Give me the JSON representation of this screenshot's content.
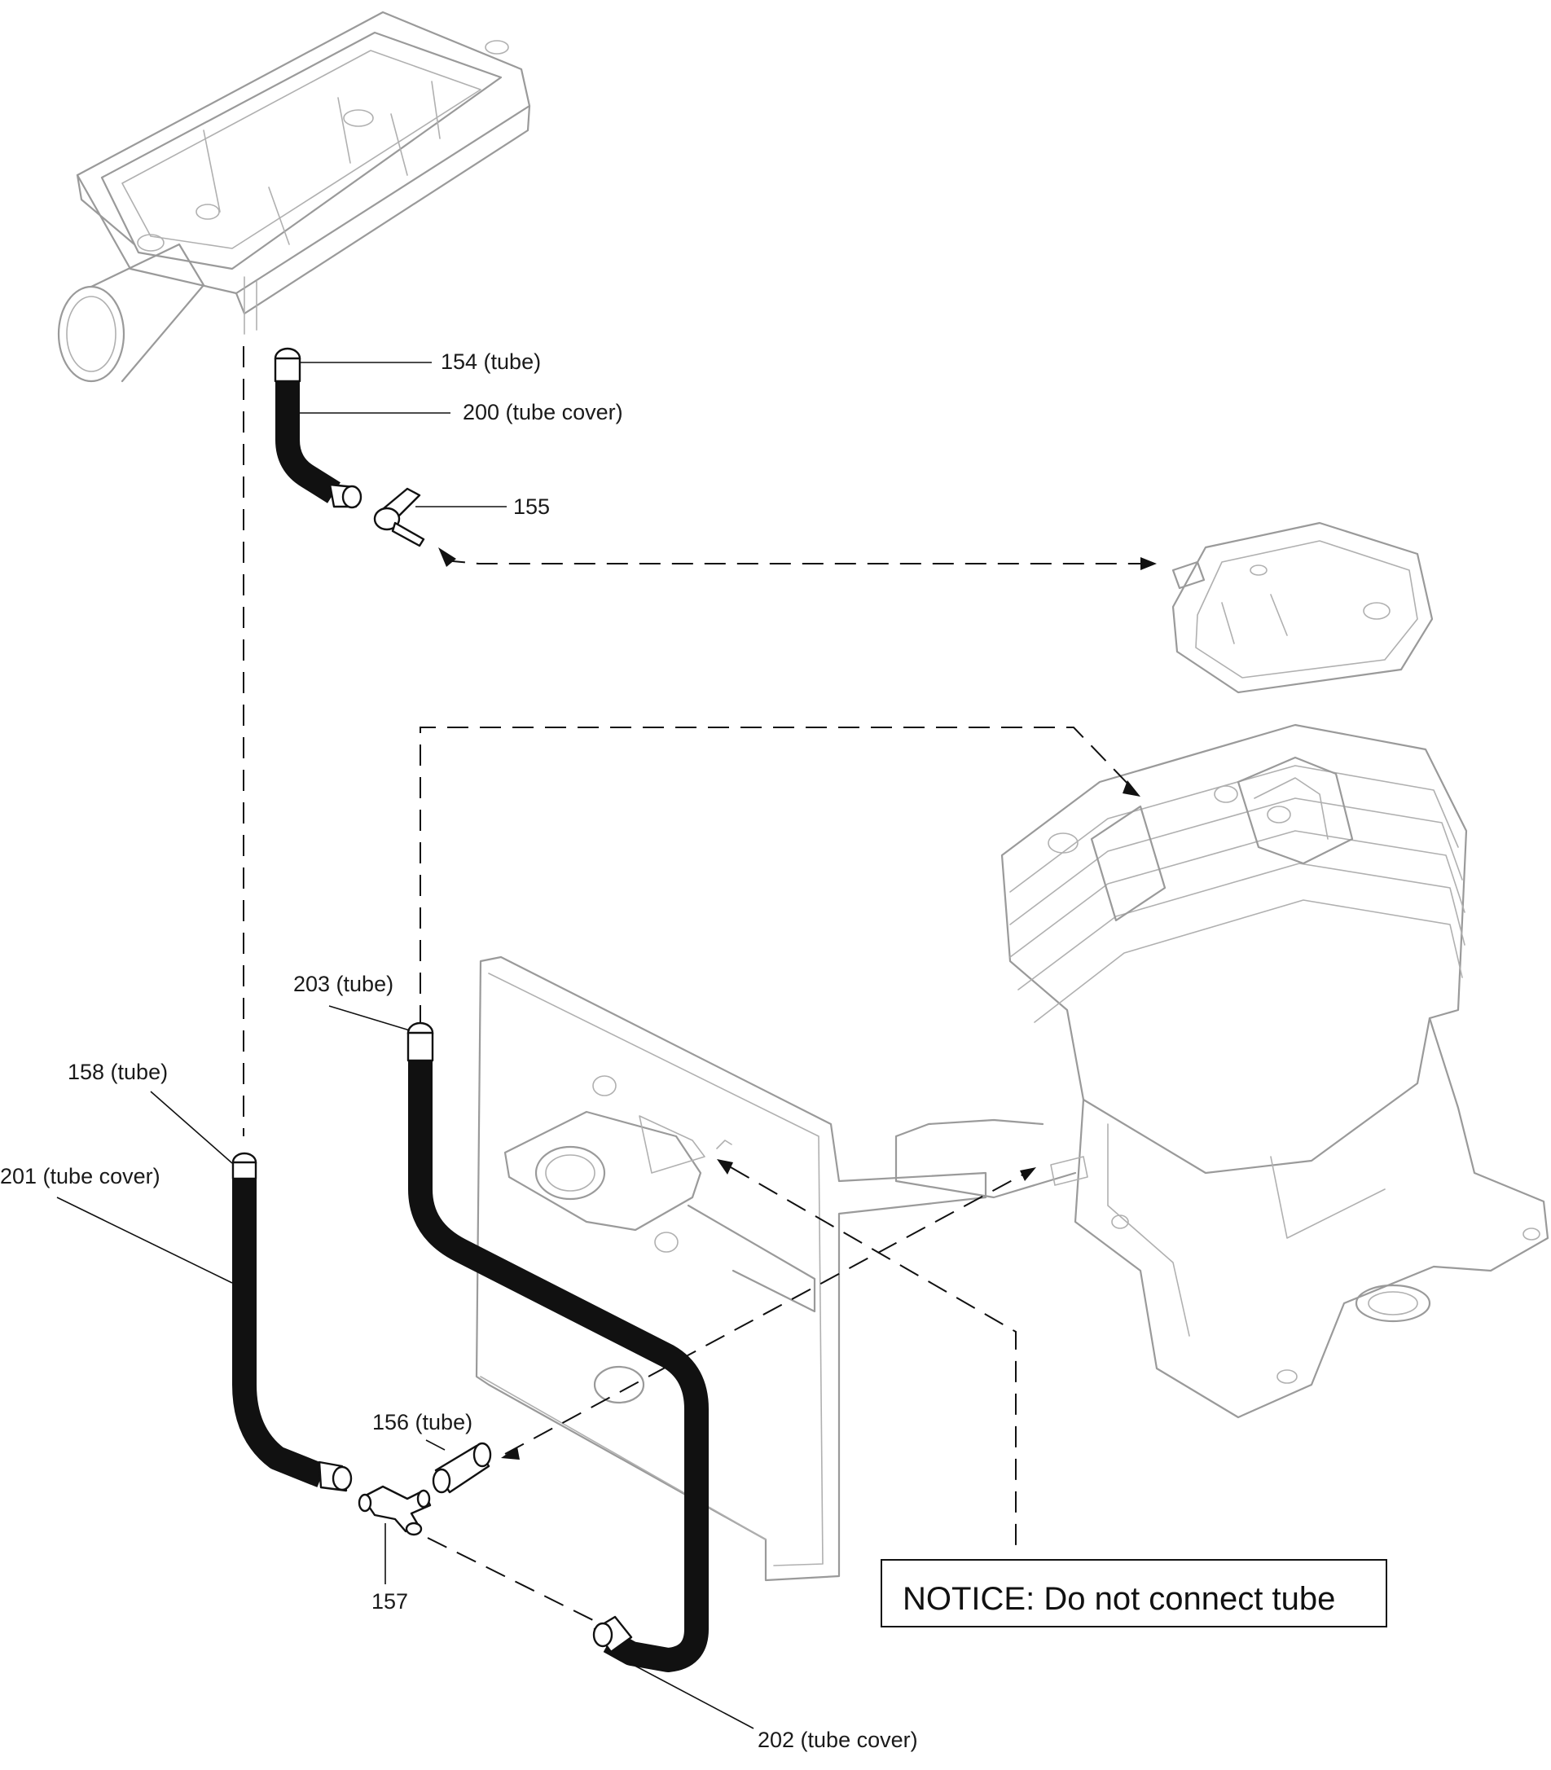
{
  "labels": {
    "p154": "154 (tube)",
    "p200": "200 (tube cover)",
    "p155": "155",
    "p203": "203 (tube)",
    "p158": "158 (tube)",
    "p201": "201 (tube cover)",
    "p156": "156 (tube)",
    "p157": "157",
    "p202": "202 (tube cover)"
  },
  "notice": "NOTICE: Do not connect tube",
  "colors": {
    "ink": "#111111",
    "ghost_parts": "#9a9a9a",
    "background": "#ffffff"
  }
}
